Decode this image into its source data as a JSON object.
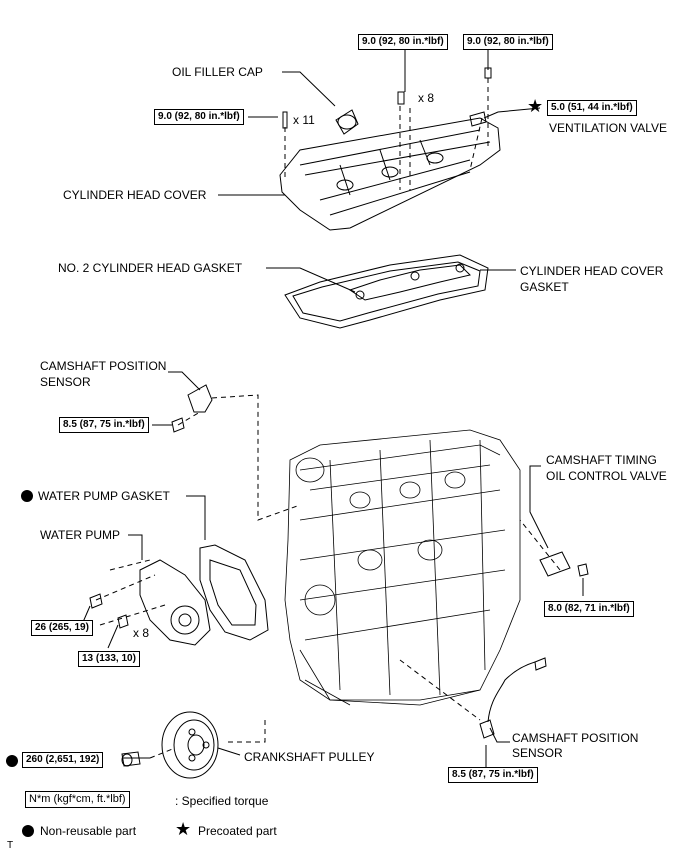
{
  "labels": {
    "oil_filler_cap": "OIL FILLER CAP",
    "cylinder_head_cover": "CYLINDER HEAD COVER",
    "ventilation_valve": "VENTILATION VALVE",
    "no2_cylinder_head_gasket": "NO. 2 CYLINDER HEAD GASKET",
    "cylinder_head_cover_gasket_1": "CYLINDER HEAD COVER",
    "cylinder_head_cover_gasket_2": "GASKET",
    "camshaft_position_sensor_top_1": "CAMSHAFT POSITION",
    "camshaft_position_sensor_top_2": "SENSOR",
    "camshaft_timing_ocv_1": "CAMSHAFT TIMING",
    "camshaft_timing_ocv_2": "OIL  CONTROL VALVE",
    "water_pump_gasket": "WATER PUMP GASKET",
    "water_pump": "WATER PUMP",
    "crankshaft_pulley": "CRANKSHAFT PULLEY",
    "camshaft_position_sensor_bottom_1": "CAMSHAFT POSITION",
    "camshaft_position_sensor_bottom_2": "SENSOR"
  },
  "torques": {
    "head_cover_bolts_a": "9.0 (92, 80 in.*lbf)",
    "head_cover_bolts_b": "9.0 (92, 80 in.*lbf)",
    "head_cover_bolts_left": "9.0 (92, 80 in.*lbf)",
    "ventilation_valve": "5.0 (51, 44 in.*lbf)",
    "cam_sensor_top": "8.5 (87, 75 in.*lbf)",
    "ocv": "8.0 (82, 71 in.*lbf)",
    "water_pump_26": "26 (265, 19)",
    "water_pump_13": "13 (133, 10)",
    "crank_pulley": "260 (2,651, 192)",
    "cam_sensor_bottom": "8.5 (87, 75 in.*lbf)"
  },
  "quantities": {
    "x8_top": "x 8",
    "x11": "x 11",
    "x8_water_pump": "x 8"
  },
  "legend": {
    "torque_box": "N*m (kgf*cm, ft.*lbf)",
    "torque_desc": ": Specified torque",
    "non_reusable": "Non-reusable part",
    "precoated": "Precoated part",
    "corner_mark": "T"
  },
  "icons": {
    "non_reusable": "filled-circle-icon",
    "precoated": "star-icon"
  },
  "colors": {
    "ink": "#000000",
    "background": "#ffffff"
  }
}
